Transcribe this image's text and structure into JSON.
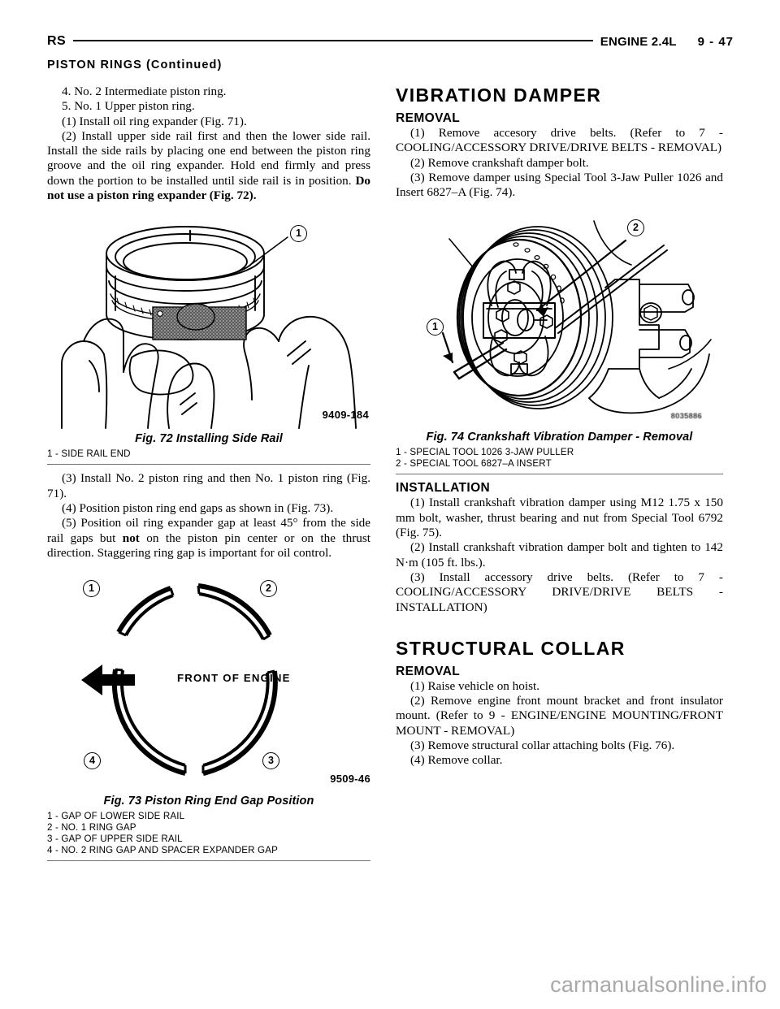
{
  "header": {
    "left_code": "RS",
    "right_title": "ENGINE 2.4L",
    "page_number": "9 - 47"
  },
  "section_continued": "PISTON RINGS (Continued)",
  "left_column": {
    "steps_top": [
      "4. No. 2 Intermediate piston ring.",
      "5. No. 1 Upper piston ring.",
      "(1) Install oil ring expander (Fig. 71)."
    ],
    "para_2_lead": "(2) Install upper side rail first and then the lower side rail. Install the side rails by placing one end between the piston ring groove and the oil ring expander. Hold end firmly and press down the portion to be installed until side rail is in position. ",
    "para_2_bold": "Do not use a piston ring expander (Fig. 72).",
    "figure_72": {
      "code": "9409-184",
      "caption": "Fig. 72 Installing Side Rail",
      "callouts": [
        "1"
      ],
      "legend": [
        "1 - SIDE RAIL END"
      ]
    },
    "steps_after_fig72": [
      "(3) Install No. 2 piston ring and then No. 1 piston ring (Fig. 71).",
      "(4) Position piston ring end gaps as shown in (Fig. 73)."
    ],
    "para_5_a": "(5) Position oil ring expander gap at least 45° from the side rail gaps but ",
    "para_5_bold": "not",
    "para_5_b": " on the piston pin center or on the thrust direction. Staggering ring gap is important for oil control.",
    "figure_73": {
      "code": "9509-46",
      "caption": "Fig. 73 Piston Ring End Gap Position",
      "front_label": "FRONT OF ENGINE",
      "callouts": [
        "1",
        "2",
        "3",
        "4"
      ],
      "legend": [
        "1 - GAP OF LOWER SIDE RAIL",
        "2 - NO. 1 RING GAP",
        "3 - GAP OF UPPER SIDE RAIL",
        "4 - NO. 2 RING GAP AND SPACER EXPANDER GAP"
      ]
    }
  },
  "right_column": {
    "vibration_damper": {
      "title": "VIBRATION DAMPER",
      "removal_heading": "REMOVAL",
      "removal_steps": [
        "(1) Remove accesory drive belts. (Refer to 7 - COOLING/ACCESSORY DRIVE/DRIVE BELTS - REMOVAL)",
        "(2) Remove crankshaft damper bolt.",
        "(3) Remove damper using Special Tool 3-Jaw Puller 1026 and Insert 6827–A (Fig. 74)."
      ],
      "installation_heading": "INSTALLATION",
      "installation_steps": [
        "(1) Install crankshaft vibration damper using M12 1.75 x 150 mm bolt, washer, thrust bearing and nut from Special Tool 6792 (Fig. 75).",
        "(2) Install crankshaft vibration damper bolt and tighten to 142 N·m (105 ft. lbs.).",
        "(3) Install accessory drive belts. (Refer to 7 - COOLING/ACCESSORY DRIVE/DRIVE BELTS - INSTALLATION)"
      ]
    },
    "figure_74": {
      "code": "8035886",
      "caption": "Fig. 74 Crankshaft Vibration Damper - Removal",
      "callouts": [
        "1",
        "2"
      ],
      "legend": [
        "1 - SPECIAL TOOL 1026 3-JAW PULLER",
        "2 - SPECIAL TOOL 6827–A INSERT"
      ]
    },
    "structural_collar": {
      "title": "STRUCTURAL COLLAR",
      "removal_heading": "REMOVAL",
      "removal_steps": [
        "(1) Raise vehicle on hoist.",
        "(2) Remove engine front mount bracket and front insulator mount. (Refer to 9 - ENGINE/ENGINE MOUNTING/FRONT MOUNT - REMOVAL)",
        "(3) Remove structural collar attaching bolts (Fig. 76).",
        "(4) Remove collar."
      ]
    }
  },
  "watermark": "carmanualsonline.info"
}
